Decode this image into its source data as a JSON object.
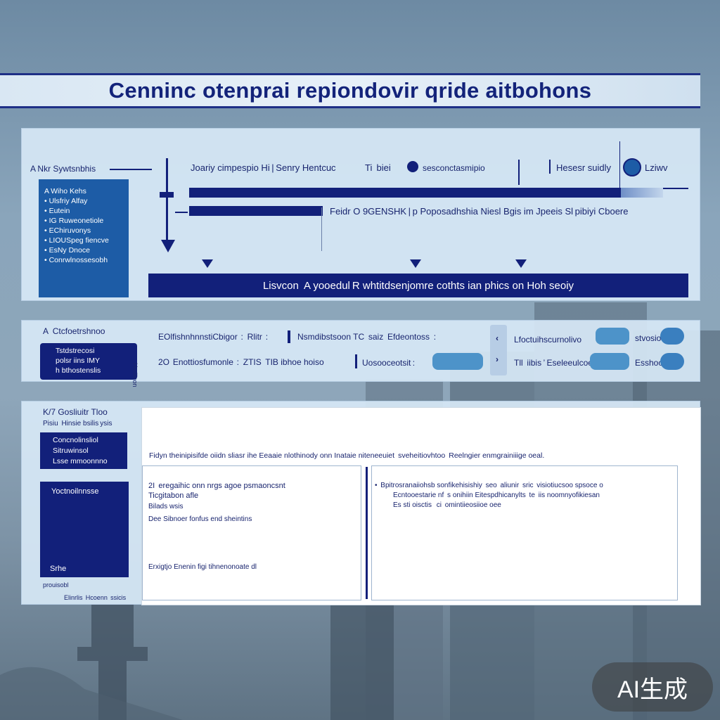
{
  "title": "Cenninc otenprai repiondovir qride aitbohons",
  "panel1": {
    "left_label": "A Nkr Sywtsnbhis",
    "side_items": [
      "A Wiho Kehs",
      "• Ulsfriy Alfay",
      "• Eutein",
      "• IG Ruweonetiole",
      "• EChiruvonys",
      "• LIOUSpeg fiencve",
      "• EsNy Dnoce",
      "• Conrwlnossesobh"
    ],
    "top_text_1": "Joariy cimpespio Hi | Senry Hentcuc",
    "top_text_2": "Ti  biei",
    "top_text_3": "sesconctasmipio",
    "top_text_4": "Hesesr suidly",
    "top_text_5": "Lziwv",
    "mid_text": "Feidr O 9GENSHK | p Poposadhshia Niesl Bgis im Jpeeis Sl pibiyi Cboere",
    "bottom_bar": "Lisvcon  A yooedul R whtitdsenjomre cothts ian phics on Hoh seoiy"
  },
  "panel2": {
    "header": "A  Ctcfoetrshnoo",
    "box_text": [
      "Tstdstrecosi",
      "polsr iins IMY",
      "h bthostenslis"
    ],
    "side_vertical": "Hmllicon",
    "row1": {
      "lead": "EOlfishnhnnstiCbigor  :  Rlitr  :",
      "mid": "Nsmdibstsoon TC  saiz  Efdeontoss  : ",
      "right": "Lfoctuihscurnolivo",
      "tail": "stvosio"
    },
    "row2": {
      "lead": "2O  Enottiosfumonle  :  ZTIS  TIB ibhoe hoiso",
      "mid": "Uosooceotsit :",
      "right": "Tll  iibis ’ Eseleeulcoe",
      "tail": "Esshoo"
    }
  },
  "panel3": {
    "header_1": "K/7 Gosliuitr Tloo",
    "header_2": "Pisiu  Hinsie bsilis ysis",
    "box_1": [
      "Concnolinsliol",
      "Sitruwinsol",
      "Lsse mmoonnno"
    ],
    "box_2_top": "Yoctnoilnnsse",
    "box_2_bottom": "Srhe",
    "footer_1": "prouisobl",
    "footer_2": "Elinrlis  Hcoenn  ssicis",
    "doc_line": "Fidyn theinipisifde oiidn sliasr ihe Eeaaie nlothinody onn Inataie niteneeuiet  sveheitiovhtoo  Reelngier enmgrainiiige oeal.",
    "left_col": [
      "2I  eregaihic onn nrgs agoe psmaoncsnt",
      "Ticgitabon afle",
      "Bilads wsis",
      "Dee Sibnoer fonfus end sheintins"
    ],
    "left_col_footer": "Erxigtjo Enenin figi tihnenonoate dl",
    "right_col": [
      "•  Bpitrosranaiiohsb sonfikehisishiy  seo  aliunir  sric  visiotiucsoo spsoce o",
      "Ecntooestarie nf  s onihiin Eitespdhicanylts  te  iis noomnyofikiesan",
      "Es sti oisctis   ci  omintiieosiioe oee"
    ]
  },
  "badge": "AI生成",
  "colors": {
    "navy": "#12207a",
    "blue": "#1d5ca6",
    "panel": "#d7e8f6"
  }
}
